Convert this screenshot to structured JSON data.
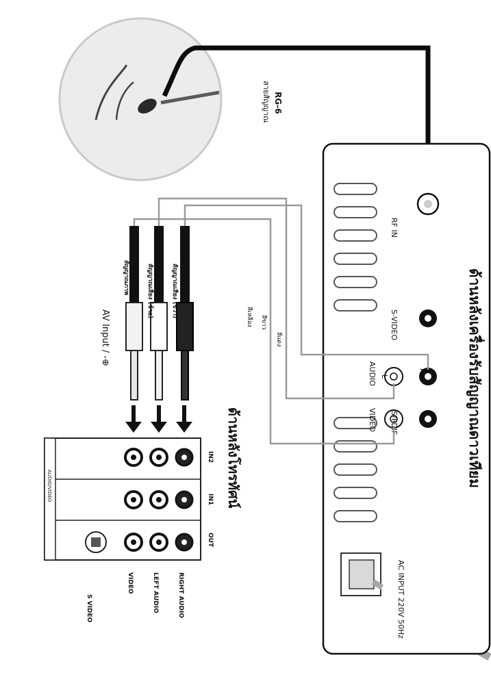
{
  "receiver_panel": {
    "title": "ด้านหลังเครื่องรับสัญญาณดาวเทียม",
    "rf_in": "RF IN",
    "s_video": "S-VIDEO",
    "audio": "AUDIO",
    "audio_l": "L",
    "audio_r": "R",
    "video": "VIDEO",
    "spdif": "S/PDIF",
    "ac_input": "AC INPUT 220V 50Hz"
  },
  "dish": {
    "cable_label_1": "สายสัญญาณ",
    "cable_label_2": "RG-6"
  },
  "tv_panel": {
    "title": "ด้านหลังโทรทัศน์",
    "header": "AUDIO/VIDEO",
    "s_video": "S VIDEO",
    "video": "VIDEO",
    "left_audio": "LEFT AUDIO",
    "right_audio": "RIGHT AUDIO",
    "col_out": "OUT",
    "col_in1": "IN1",
    "col_in2": "IN2"
  },
  "av_input": {
    "label": "AV Input / -⊕",
    "plug_video": "สัญญาณภาพ",
    "plug_left": "สัญญาณเสียง (ซ้าย)",
    "plug_right": "สัญญาณเสียง (ขวา)"
  },
  "wire_colors": {
    "yellow": "สีเหลือง",
    "white": "สีขาว",
    "red": "สีแดง"
  }
}
